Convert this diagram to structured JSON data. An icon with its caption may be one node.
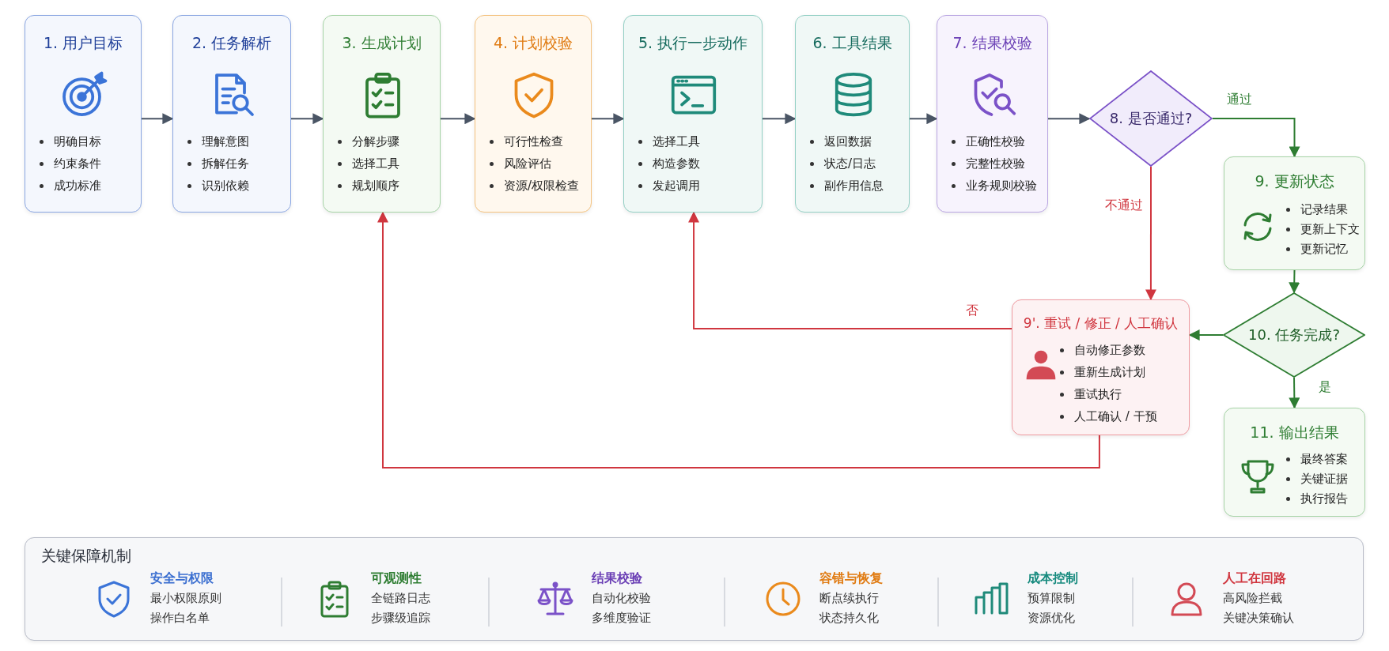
{
  "diagram": {
    "nodes": [
      {
        "text": [
          "1. 用户目标",
          "明确目标",
          "约束条件",
          "成功标准"
        ]
      },
      {
        "text": [
          "2. 任务解析",
          "理解意图",
          "拆解任务",
          "识别依赖"
        ]
      },
      {
        "text": [
          "3. 生成计划",
          "分解步骤",
          "选择工具",
          "规划顺序"
        ]
      },
      {
        "text": [
          "4. 计划校验",
          "可行性检查",
          "风险评估",
          "资源/权限检查"
        ]
      },
      {
        "text": [
          "5. 执行一步动作",
          "选择工具",
          "构造参数",
          "发起调用"
        ]
      },
      {
        "text": [
          "6. 工具结果",
          "返回数据",
          "状态/日志",
          "副作用信息"
        ]
      },
      {
        "text": [
          "7. 结果校验",
          "正确性校验",
          "完整性校验",
          "业务规则校验"
        ]
      },
      {
        "text": [
          "8. 是否通过?"
        ]
      },
      {
        "text": [
          "9. 更新状态",
          "记录结果",
          "更新上下文",
          "更新记忆"
        ]
      },
      {
        "text": [
          "9'. 重试 / 修正 / 人工确认",
          "自动修正参数",
          "重新生成计划",
          "重试执行",
          "人工确认 / 干预"
        ]
      },
      {
        "text": [
          "10. 任务完成?"
        ]
      },
      {
        "text": [
          "11. 输出结果",
          "最终答案",
          "关键证据",
          "执行报告"
        ]
      },
      {
        "text": [
          "关键保障机制"
        ]
      },
      {
        "text": [
          "安全与权限",
          "最小权限原则",
          "操作白名单"
        ],
        "in": 12
      },
      {
        "text": [
          "可观测性",
          "全链路日志",
          "步骤级追踪"
        ],
        "in": 12
      },
      {
        "text": [
          "结果校验",
          "自动化校验",
          "多维度验证"
        ],
        "in": 12
      },
      {
        "text": [
          "容错与恢复",
          "断点续执行",
          "状态持久化"
        ],
        "in": 12
      },
      {
        "text": [
          "成本控制",
          "预算限制",
          "资源优化"
        ],
        "in": 12
      },
      {
        "text": [
          "人工在回路",
          "高风险拦截",
          "关键决策确认"
        ],
        "in": 12
      }
    ],
    "edges": [
      {
        "from": 0,
        "to": 1,
        "arrow": "to"
      },
      {
        "from": 1,
        "to": 2,
        "arrow": "to"
      },
      {
        "from": 2,
        "to": 3,
        "arrow": "to"
      },
      {
        "from": 3,
        "to": 4,
        "arrow": "to"
      },
      {
        "from": 4,
        "to": 5,
        "arrow": "to"
      },
      {
        "from": 5,
        "to": 6,
        "arrow": "to"
      },
      {
        "from": 6,
        "to": 7,
        "arrow": "to"
      },
      {
        "from": 7,
        "to": 8,
        "arrow": "to",
        "label": "通过",
        "color": "#2e7d32"
      },
      {
        "from": 7,
        "to": 9,
        "arrow": "to",
        "label": "不通过",
        "color": "#d0363f"
      },
      {
        "from": 8,
        "to": 10,
        "arrow": "to",
        "color": "#2e7d32"
      },
      {
        "from": 10,
        "to": 9,
        "arrow": "to",
        "color": "#2e7d32"
      },
      {
        "from": 10,
        "to": 11,
        "arrow": "to",
        "label": "是",
        "color": "#2e7d32"
      },
      {
        "from": 9,
        "to": 4,
        "arrow": "to",
        "label": "否",
        "color": "#d0363f"
      },
      {
        "from": 9,
        "to": 2,
        "arrow": "to",
        "color": "#d0363f"
      }
    ]
  }
}
